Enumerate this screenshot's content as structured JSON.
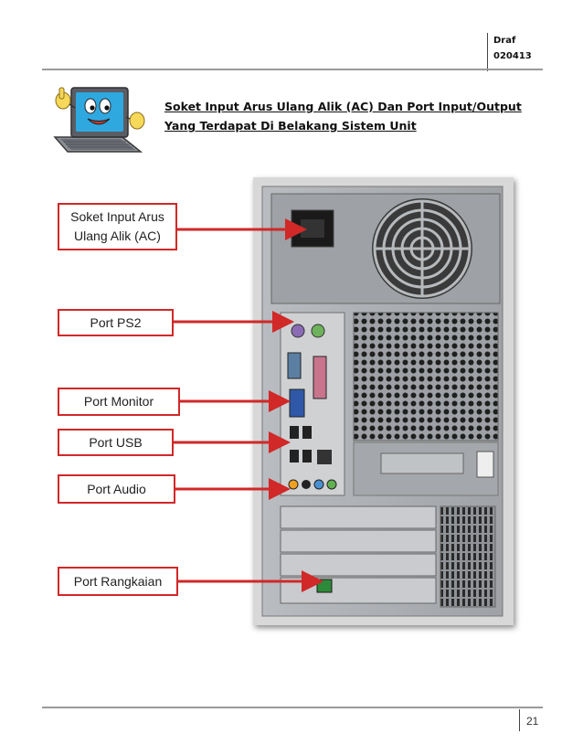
{
  "header": {
    "draft_label": "Draf",
    "draft_code": "020413"
  },
  "title": {
    "line1": "Soket Input Arus Ulang Alik (AC) Dan Port Input/Output",
    "line2": "Yang Terdapat Di Belakang Sistem Unit"
  },
  "labels": [
    {
      "id": "ac",
      "line1": "Soket Input Arus",
      "line2": "Ulang Alik (AC)"
    },
    {
      "id": "ps2",
      "text": "Port PS2"
    },
    {
      "id": "monitor",
      "text": "Port Monitor"
    },
    {
      "id": "usb",
      "text": "Port USB"
    },
    {
      "id": "audio",
      "text": "Port Audio"
    },
    {
      "id": "network",
      "text": "Port Rangkaian"
    }
  ],
  "icons": {
    "mascot": "laptop-mascot-icon",
    "photo": "computer-rear-photo"
  },
  "colors": {
    "arrow": "#d12828",
    "label_border": "#d12828",
    "rule": "#9a9a9a"
  },
  "footer": {
    "page_number": "21"
  }
}
